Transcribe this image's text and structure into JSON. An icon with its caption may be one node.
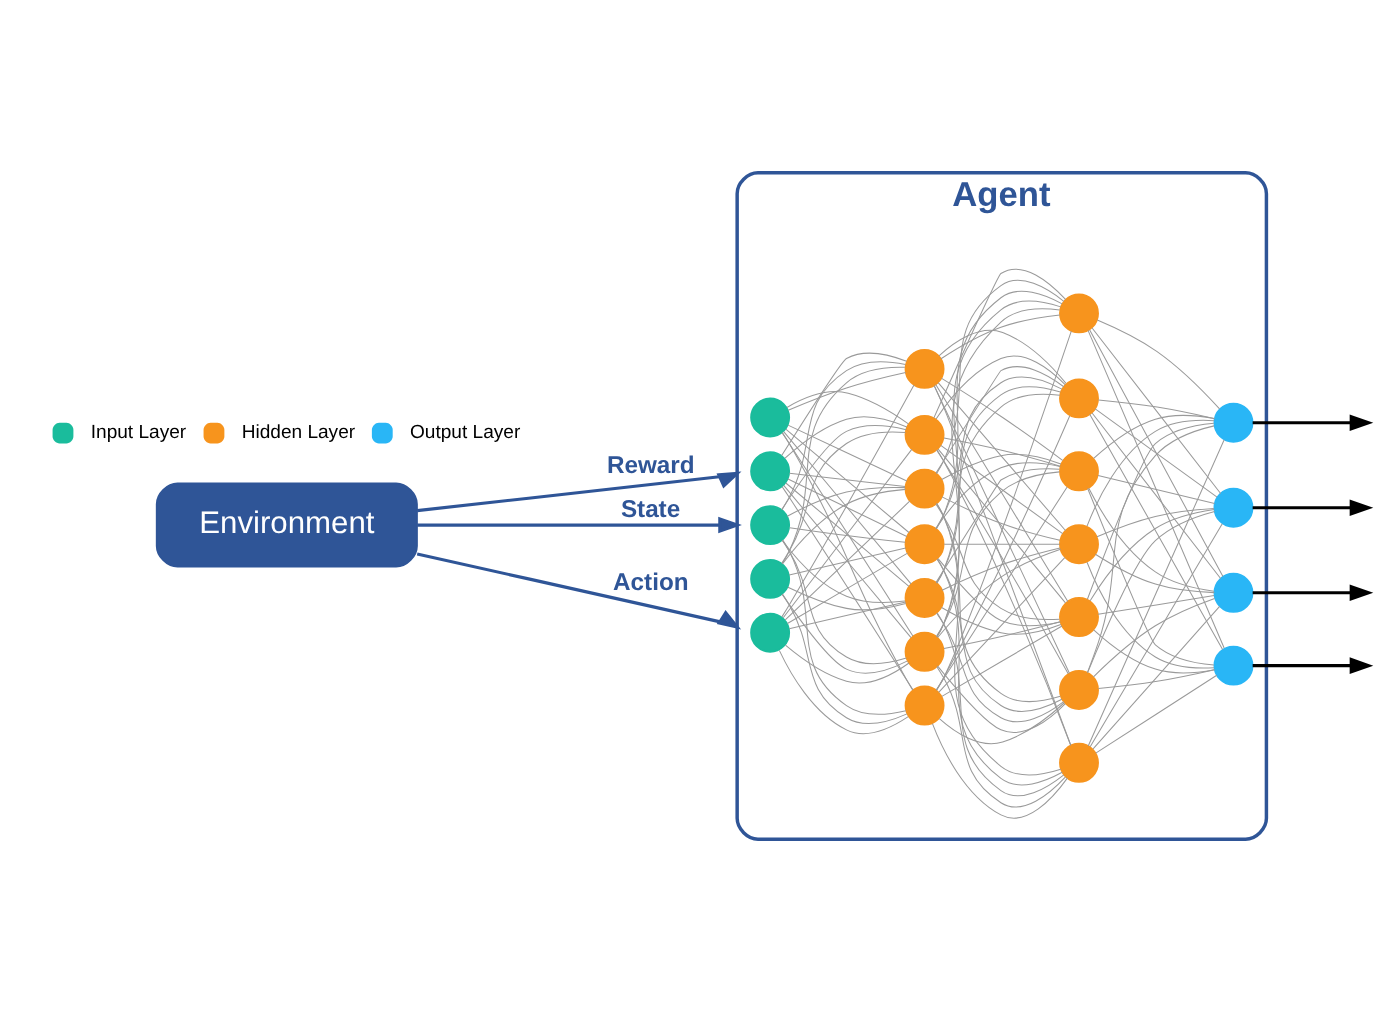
{
  "diagram": {
    "nodes": [
      {
        "text": [
          "Agent"
        ]
      },
      {
        "text": [],
        "shape": "circle",
        "in": 0
      },
      {
        "text": [],
        "shape": "circle",
        "in": 0
      },
      {
        "text": [],
        "shape": "circle",
        "in": 0
      },
      {
        "text": [],
        "shape": "circle",
        "in": 0
      },
      {
        "text": [],
        "shape": "circle",
        "in": 0
      },
      {
        "text": [],
        "shape": "circle",
        "in": 0
      },
      {
        "text": [],
        "shape": "circle",
        "in": 0
      },
      {
        "text": [],
        "shape": "circle",
        "in": 0
      },
      {
        "text": [],
        "shape": "circle",
        "in": 0
      },
      {
        "text": [],
        "shape": "circle",
        "in": 0
      },
      {
        "text": [],
        "shape": "circle",
        "in": 0
      },
      {
        "text": [],
        "shape": "circle",
        "in": 0
      },
      {
        "text": [],
        "shape": "circle",
        "in": 0
      },
      {
        "text": [],
        "shape": "circle",
        "in": 0
      },
      {
        "text": [],
        "shape": "circle",
        "in": 0
      },
      {
        "text": [],
        "shape": "circle",
        "in": 0
      },
      {
        "text": [],
        "shape": "circle",
        "in": 0
      },
      {
        "text": [],
        "shape": "circle",
        "in": 0
      },
      {
        "text": [],
        "shape": "circle",
        "in": 0
      },
      {
        "text": [],
        "shape": "circle",
        "in": 0
      },
      {
        "text": [],
        "shape": "circle",
        "in": 0
      },
      {
        "text": [],
        "shape": "circle",
        "in": 0
      },
      {
        "text": [],
        "shape": "circle",
        "in": 0
      },
      {
        "text": [
          "Environment"
        ]
      }
    ],
    "edges": [
      {
        "from": 1,
        "to": 6,
        "arrow": "none"
      },
      {
        "from": 1,
        "to": 7,
        "arrow": "none"
      },
      {
        "from": 1,
        "to": 8,
        "arrow": "none"
      },
      {
        "from": 1,
        "to": 9,
        "arrow": "none"
      },
      {
        "from": 1,
        "to": 10,
        "arrow": "none"
      },
      {
        "from": 1,
        "to": 11,
        "arrow": "none"
      },
      {
        "from": 1,
        "to": 12,
        "arrow": "none"
      },
      {
        "from": 2,
        "to": 6,
        "arrow": "none"
      },
      {
        "from": 2,
        "to": 7,
        "arrow": "none"
      },
      {
        "from": 2,
        "to": 8,
        "arrow": "none"
      },
      {
        "from": 2,
        "to": 9,
        "arrow": "none"
      },
      {
        "from": 2,
        "to": 10,
        "arrow": "none"
      },
      {
        "from": 2,
        "to": 11,
        "arrow": "none"
      },
      {
        "from": 2,
        "to": 12,
        "arrow": "none"
      },
      {
        "from": 3,
        "to": 6,
        "arrow": "none"
      },
      {
        "from": 3,
        "to": 7,
        "arrow": "none"
      },
      {
        "from": 3,
        "to": 8,
        "arrow": "none"
      },
      {
        "from": 3,
        "to": 9,
        "arrow": "none"
      },
      {
        "from": 3,
        "to": 10,
        "arrow": "none"
      },
      {
        "from": 3,
        "to": 11,
        "arrow": "none"
      },
      {
        "from": 3,
        "to": 12,
        "arrow": "none"
      },
      {
        "from": 4,
        "to": 6,
        "arrow": "none"
      },
      {
        "from": 4,
        "to": 7,
        "arrow": "none"
      },
      {
        "from": 4,
        "to": 8,
        "arrow": "none"
      },
      {
        "from": 4,
        "to": 9,
        "arrow": "none"
      },
      {
        "from": 4,
        "to": 10,
        "arrow": "none"
      },
      {
        "from": 4,
        "to": 11,
        "arrow": "none"
      },
      {
        "from": 4,
        "to": 12,
        "arrow": "none"
      },
      {
        "from": 5,
        "to": 6,
        "arrow": "none"
      },
      {
        "from": 5,
        "to": 7,
        "arrow": "none"
      },
      {
        "from": 5,
        "to": 8,
        "arrow": "none"
      },
      {
        "from": 5,
        "to": 9,
        "arrow": "none"
      },
      {
        "from": 5,
        "to": 10,
        "arrow": "none"
      },
      {
        "from": 5,
        "to": 11,
        "arrow": "none"
      },
      {
        "from": 5,
        "to": 12,
        "arrow": "none"
      },
      {
        "from": 6,
        "to": 13,
        "arrow": "none"
      },
      {
        "from": 6,
        "to": 14,
        "arrow": "none"
      },
      {
        "from": 6,
        "to": 15,
        "arrow": "none"
      },
      {
        "from": 6,
        "to": 16,
        "arrow": "none"
      },
      {
        "from": 6,
        "to": 17,
        "arrow": "none"
      },
      {
        "from": 6,
        "to": 18,
        "arrow": "none"
      },
      {
        "from": 6,
        "to": 19,
        "arrow": "none"
      },
      {
        "from": 7,
        "to": 13,
        "arrow": "none"
      },
      {
        "from": 7,
        "to": 14,
        "arrow": "none"
      },
      {
        "from": 7,
        "to": 15,
        "arrow": "none"
      },
      {
        "from": 7,
        "to": 16,
        "arrow": "none"
      },
      {
        "from": 7,
        "to": 17,
        "arrow": "none"
      },
      {
        "from": 7,
        "to": 18,
        "arrow": "none"
      },
      {
        "from": 7,
        "to": 19,
        "arrow": "none"
      },
      {
        "from": 8,
        "to": 13,
        "arrow": "none"
      },
      {
        "from": 8,
        "to": 14,
        "arrow": "none"
      },
      {
        "from": 8,
        "to": 15,
        "arrow": "none"
      },
      {
        "from": 8,
        "to": 16,
        "arrow": "none"
      },
      {
        "from": 8,
        "to": 17,
        "arrow": "none"
      },
      {
        "from": 8,
        "to": 18,
        "arrow": "none"
      },
      {
        "from": 8,
        "to": 19,
        "arrow": "none"
      },
      {
        "from": 9,
        "to": 13,
        "arrow": "none"
      },
      {
        "from": 9,
        "to": 14,
        "arrow": "none"
      },
      {
        "from": 9,
        "to": 15,
        "arrow": "none"
      },
      {
        "from": 9,
        "to": 16,
        "arrow": "none"
      },
      {
        "from": 9,
        "to": 17,
        "arrow": "none"
      },
      {
        "from": 9,
        "to": 18,
        "arrow": "none"
      },
      {
        "from": 9,
        "to": 19,
        "arrow": "none"
      },
      {
        "from": 10,
        "to": 13,
        "arrow": "none"
      },
      {
        "from": 10,
        "to": 14,
        "arrow": "none"
      },
      {
        "from": 10,
        "to": 15,
        "arrow": "none"
      },
      {
        "from": 10,
        "to": 16,
        "arrow": "none"
      },
      {
        "from": 10,
        "to": 17,
        "arrow": "none"
      },
      {
        "from": 10,
        "to": 18,
        "arrow": "none"
      },
      {
        "from": 10,
        "to": 19,
        "arrow": "none"
      },
      {
        "from": 11,
        "to": 13,
        "arrow": "none"
      },
      {
        "from": 11,
        "to": 14,
        "arrow": "none"
      },
      {
        "from": 11,
        "to": 15,
        "arrow": "none"
      },
      {
        "from": 11,
        "to": 16,
        "arrow": "none"
      },
      {
        "from": 11,
        "to": 17,
        "arrow": "none"
      },
      {
        "from": 11,
        "to": 18,
        "arrow": "none"
      },
      {
        "from": 11,
        "to": 19,
        "arrow": "none"
      },
      {
        "from": 12,
        "to": 13,
        "arrow": "none"
      },
      {
        "from": 12,
        "to": 14,
        "arrow": "none"
      },
      {
        "from": 12,
        "to": 15,
        "arrow": "none"
      },
      {
        "from": 12,
        "to": 16,
        "arrow": "none"
      },
      {
        "from": 12,
        "to": 17,
        "arrow": "none"
      },
      {
        "from": 12,
        "to": 18,
        "arrow": "none"
      },
      {
        "from": 12,
        "to": 19,
        "arrow": "none"
      },
      {
        "from": 13,
        "to": 20,
        "arrow": "none"
      },
      {
        "from": 13,
        "to": 21,
        "arrow": "none"
      },
      {
        "from": 13,
        "to": 22,
        "arrow": "none"
      },
      {
        "from": 13,
        "to": 23,
        "arrow": "none"
      },
      {
        "from": 14,
        "to": 20,
        "arrow": "none"
      },
      {
        "from": 14,
        "to": 21,
        "arrow": "none"
      },
      {
        "from": 14,
        "to": 22,
        "arrow": "none"
      },
      {
        "from": 14,
        "to": 23,
        "arrow": "none"
      },
      {
        "from": 15,
        "to": 20,
        "arrow": "none"
      },
      {
        "from": 15,
        "to": 21,
        "arrow": "none"
      },
      {
        "from": 15,
        "to": 22,
        "arrow": "none"
      },
      {
        "from": 15,
        "to": 23,
        "arrow": "none"
      },
      {
        "from": 16,
        "to": 20,
        "arrow": "none"
      },
      {
        "from": 16,
        "to": 21,
        "arrow": "none"
      },
      {
        "from": 16,
        "to": 22,
        "arrow": "none"
      },
      {
        "from": 16,
        "to": 23,
        "arrow": "none"
      },
      {
        "from": 17,
        "to": 20,
        "arrow": "none"
      },
      {
        "from": 17,
        "to": 21,
        "arrow": "none"
      },
      {
        "from": 17,
        "to": 22,
        "arrow": "none"
      },
      {
        "from": 17,
        "to": 23,
        "arrow": "none"
      },
      {
        "from": 18,
        "to": 20,
        "arrow": "none"
      },
      {
        "from": 18,
        "to": 21,
        "arrow": "none"
      },
      {
        "from": 18,
        "to": 22,
        "arrow": "none"
      },
      {
        "from": 18,
        "to": 23,
        "arrow": "none"
      },
      {
        "from": 19,
        "to": 20,
        "arrow": "none"
      },
      {
        "from": 19,
        "to": 21,
        "arrow": "none"
      },
      {
        "from": 19,
        "to": 22,
        "arrow": "none"
      },
      {
        "from": 19,
        "to": 23,
        "arrow": "none"
      },
      {
        "from": 20,
        "to": null,
        "arrow": "to",
        "color": "#000000"
      },
      {
        "from": 21,
        "to": null,
        "arrow": "to",
        "color": "#000000"
      },
      {
        "from": 22,
        "to": null,
        "arrow": "to",
        "color": "#000000"
      },
      {
        "from": 23,
        "to": null,
        "arrow": "to",
        "color": "#000000"
      },
      {
        "from": 24,
        "to": 0,
        "label": "Reward",
        "arrow": "to",
        "color": "#2f5597"
      },
      {
        "from": 24,
        "to": 0,
        "label": "State",
        "arrow": "to",
        "color": "#2f5597"
      },
      {
        "from": 24,
        "to": 0,
        "label": "Action",
        "arrow": "to",
        "color": "#2f5597"
      }
    ],
    "legend": [
      {
        "text": "Input Layer",
        "color": "#1abc9c"
      },
      {
        "text": "Hidden Layer",
        "color": "#f7941d"
      },
      {
        "text": "Output Layer",
        "color": "#29b6f6"
      }
    ]
  }
}
